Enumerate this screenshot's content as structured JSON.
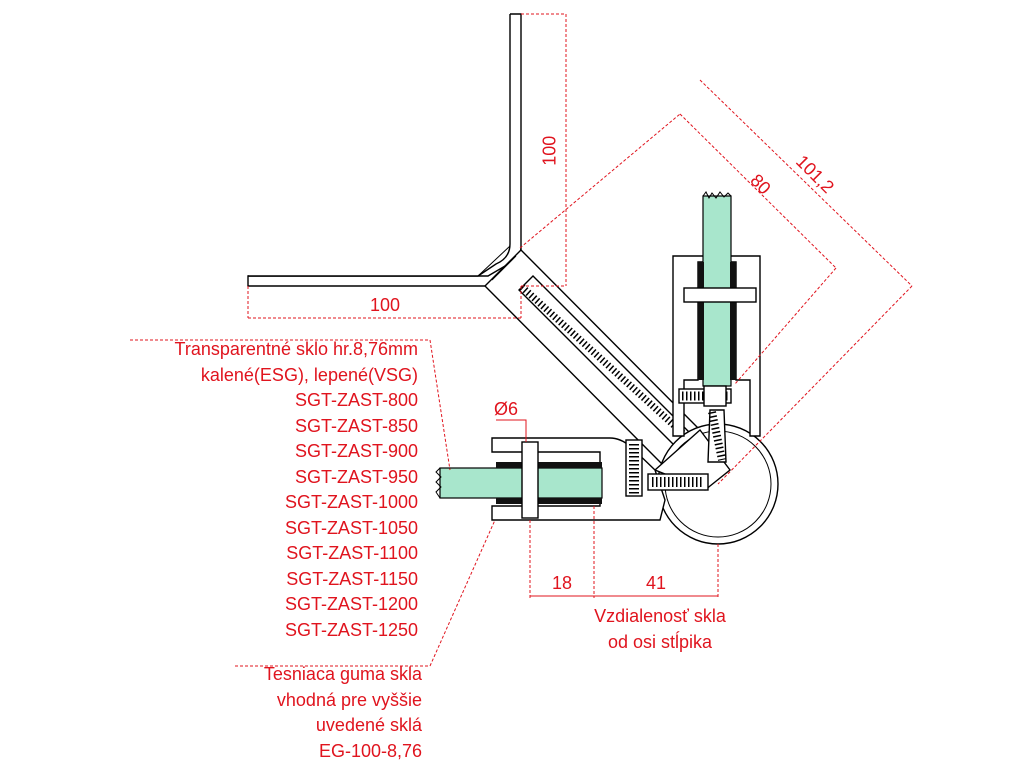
{
  "dimensions": {
    "post_height": "100",
    "post_width": "100",
    "diagonal_inner": "80",
    "diagonal_outer": "101,2",
    "hole_diameter": "Ø6",
    "offset_small": "18",
    "offset_large": "41"
  },
  "glass_label": {
    "lines": [
      "Transparentné sklo hr.8,76mm",
      "kalené(ESG), lepené(VSG)",
      "SGT-ZAST-800",
      "SGT-ZAST-850",
      "SGT-ZAST-900",
      "SGT-ZAST-950",
      "SGT-ZAST-1000",
      "SGT-ZAST-1050",
      "SGT-ZAST-1100",
      "SGT-ZAST-1150",
      "SGT-ZAST-1200",
      "SGT-ZAST-1250"
    ]
  },
  "axis_label": {
    "line1": "Vzdialenosť skla",
    "line2": "od osi stĺpika"
  },
  "rubber_label": {
    "lines": [
      "Tesniaca guma skla",
      "vhodná pre vyššie",
      "uvedené sklá",
      "EG-100-8,76"
    ]
  },
  "colors": {
    "annotation": "#e0141e",
    "glass": "#a8e6cc",
    "outline": "#000000"
  }
}
